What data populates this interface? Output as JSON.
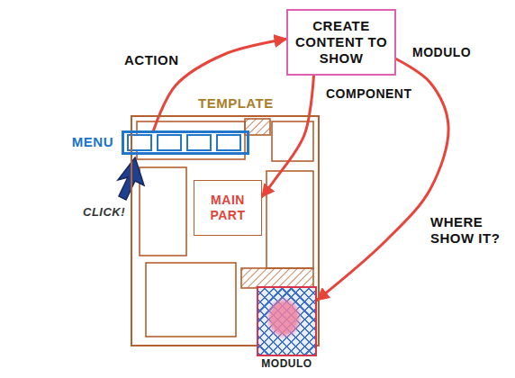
{
  "diagram": {
    "nodes": [
      {
        "text": [
          "CREATE CONTENT TO SHOW"
        ]
      },
      {
        "text": [
          "TEMPLATE"
        ]
      },
      {
        "text": [
          "MENU"
        ],
        "in": 1
      },
      {
        "text": [
          "MAIN PART"
        ],
        "in": 1
      },
      {
        "text": [
          "MODULO"
        ]
      }
    ],
    "edges": [
      {
        "from": 2,
        "to": 0,
        "arrow": "to",
        "label": "ACTION"
      },
      {
        "from": 0,
        "to": 3,
        "arrow": "to",
        "label": "COMPONENT"
      },
      {
        "from": 0,
        "to": 4,
        "arrow": "to",
        "label": "MODULO"
      }
    ],
    "labels": [
      "CLICK!",
      "WHERE SHOW IT?"
    ]
  }
}
